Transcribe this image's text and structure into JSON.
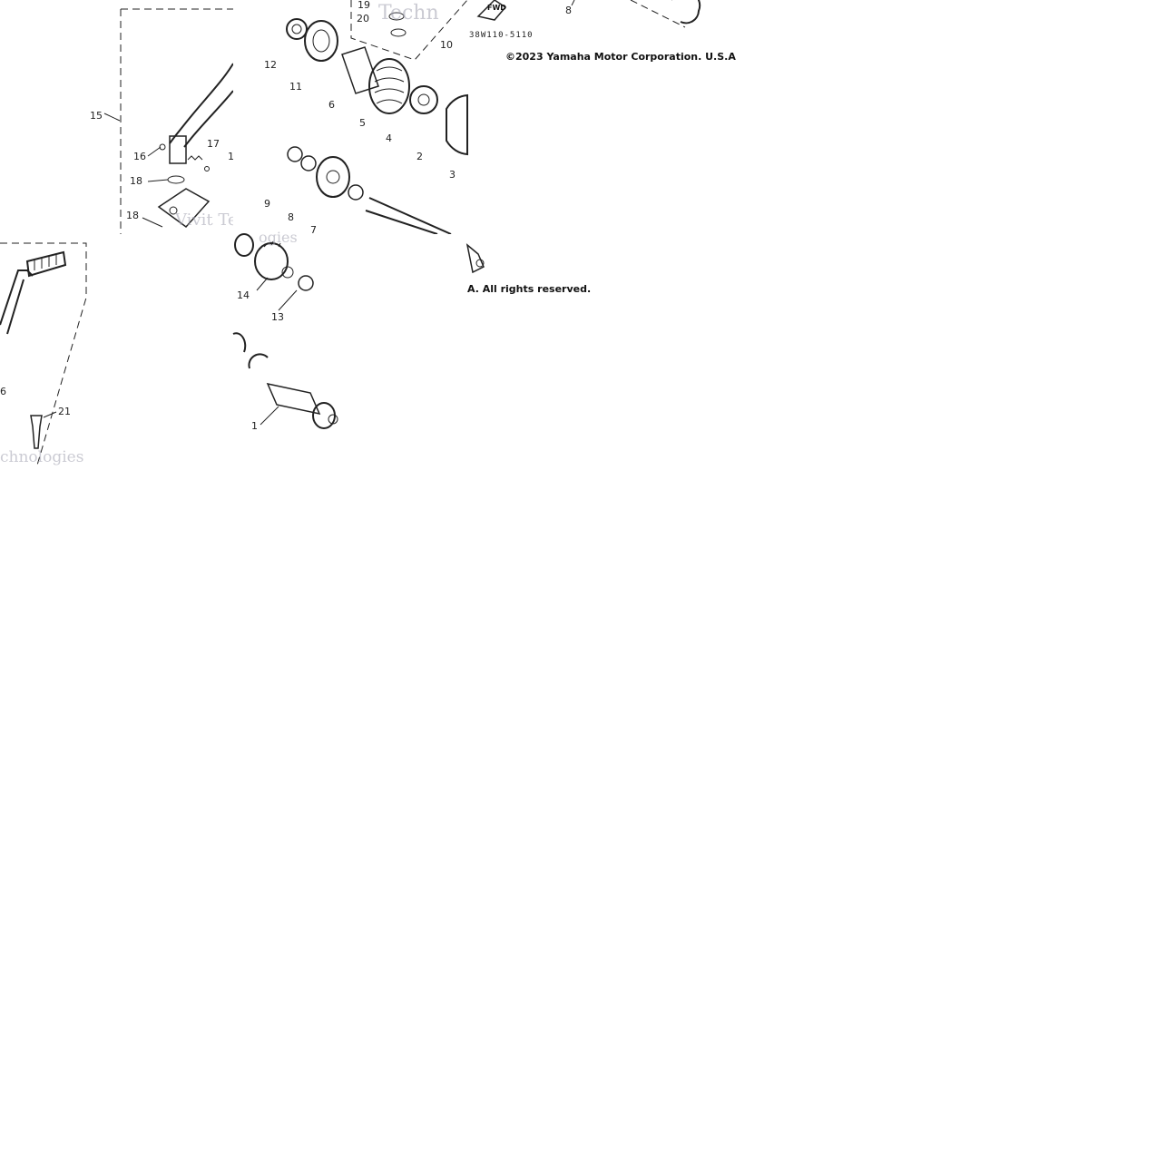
{
  "diagram": {
    "copyright_top": "©2023 Yamaha Motor Corporation. U.S.A",
    "copyright_bottom": "A. All rights reserved.",
    "drawing_code": "38W110-5110",
    "fwd_label": "FWD",
    "watermarks": [
      "Techn",
      "Vivit Te",
      "ogies",
      "Techn",
      "chnologies"
    ],
    "labels_left": [
      "15",
      "16",
      "17",
      "18",
      "18",
      "1"
    ],
    "labels_center": [
      "12",
      "11",
      "6",
      "5",
      "4",
      "2",
      "3",
      "9",
      "8",
      "7",
      "19",
      "20",
      "10"
    ],
    "labels_top_right": [
      "8"
    ],
    "labels_lower_left": [
      "6",
      "21"
    ],
    "labels_lower_center": [
      "14",
      "13",
      "1"
    ]
  }
}
